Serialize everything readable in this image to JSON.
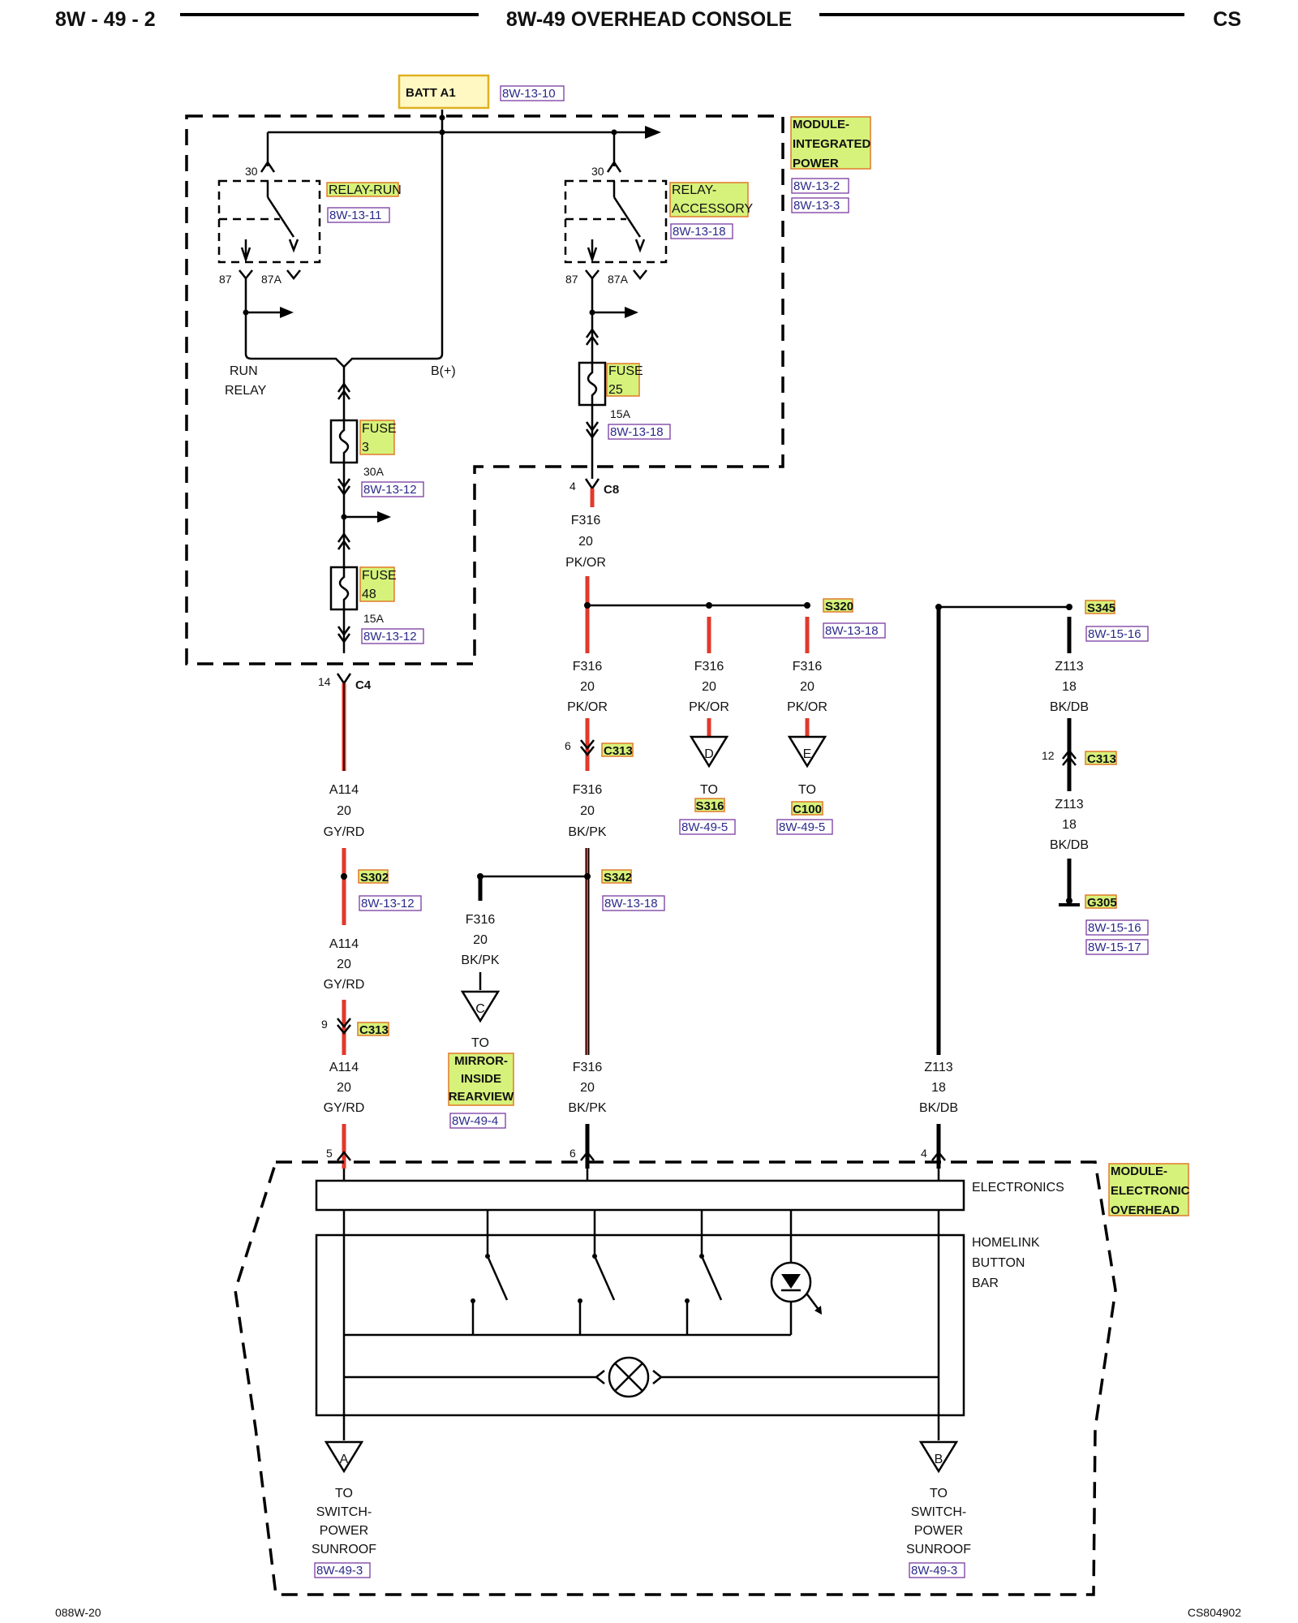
{
  "header": {
    "page_id": "8W - 49 - 2",
    "title": "8W-49 OVERHEAD CONSOLE",
    "code": "CS"
  },
  "footer": {
    "left": "088W-20",
    "right": "CS804902"
  },
  "source": {
    "batt": "BATT A1",
    "batt_ref": "8W-13-10"
  },
  "modules": {
    "integrated_power": {
      "label": [
        "MODULE-",
        "INTEGRATED",
        "POWER"
      ],
      "refs": [
        "8W-13-2",
        "8W-13-3"
      ]
    },
    "electronic_overhead": {
      "label": [
        "MODULE-",
        "ELECTRONIC",
        "OVERHEAD"
      ]
    }
  },
  "relays": {
    "run": {
      "label": "RELAY-RUN",
      "ref": "8W-13-11",
      "pin_in": "30",
      "pin_no": "87",
      "pin_nc": "87A"
    },
    "accessory": {
      "label": [
        "RELAY-",
        "ACCESSORY"
      ],
      "ref": "8W-13-18",
      "pin_in": "30",
      "pin_no": "87",
      "pin_nc": "87A"
    }
  },
  "selector": {
    "left": [
      "RUN",
      "RELAY"
    ],
    "right": "B(+)"
  },
  "fuses": {
    "f3": {
      "label": [
        "FUSE",
        "3"
      ],
      "rating": "30A",
      "ref": "8W-13-12"
    },
    "f48": {
      "label": [
        "FUSE",
        "48"
      ],
      "rating": "15A",
      "ref": "8W-13-12"
    },
    "f25": {
      "label": [
        "FUSE",
        "25"
      ],
      "rating": "15A",
      "ref": "8W-13-18"
    }
  },
  "connectors": {
    "c4": {
      "pin": "14",
      "name": "C4"
    },
    "c8": {
      "pin": "4",
      "name": "C8"
    },
    "c313_a": {
      "pin": "6",
      "name": "C313"
    },
    "c313_b": {
      "pin": "9",
      "name": "C313"
    },
    "c313_c": {
      "pin": "12",
      "name": "C313"
    },
    "eom_pin5": "5",
    "eom_pin6": "6",
    "eom_pin4": "4"
  },
  "splices": {
    "s320": {
      "name": "S320",
      "ref": "8W-13-18"
    },
    "s345": {
      "name": "S345",
      "ref": "8W-15-16"
    },
    "s302": {
      "name": "S302",
      "ref": "8W-13-12"
    },
    "s342": {
      "name": "S342",
      "ref": "8W-13-18"
    }
  },
  "ground": {
    "name": "G305",
    "refs": [
      "8W-15-16",
      "8W-15-17"
    ]
  },
  "wires": {
    "f316_top": [
      "F316",
      "20",
      "PK/OR"
    ],
    "f316_mid": [
      "F316",
      "20",
      "PK/OR"
    ],
    "f316_d": [
      "F316",
      "20",
      "PK/OR"
    ],
    "f316_e": [
      "F316",
      "20",
      "PK/OR"
    ],
    "f316_bkpk_1": [
      "F316",
      "20",
      "BK/PK"
    ],
    "f316_bkpk_c": [
      "F316",
      "20",
      "BK/PK"
    ],
    "f316_bkpk_2": [
      "F316",
      "20",
      "BK/PK"
    ],
    "a114_1": [
      "A114",
      "20",
      "GY/RD"
    ],
    "a114_2": [
      "A114",
      "20",
      "GY/RD"
    ],
    "a114_3": [
      "A114",
      "20",
      "GY/RD"
    ],
    "z113_1": [
      "Z113",
      "18",
      "BK/DB"
    ],
    "z113_2": [
      "Z113",
      "18",
      "BK/DB"
    ],
    "z113_3": [
      "Z113",
      "18",
      "BK/DB"
    ]
  },
  "offpage": {
    "d": {
      "letter": "D",
      "to": "TO",
      "dest": "S316",
      "ref": "8W-49-5"
    },
    "e": {
      "letter": "E",
      "to": "TO",
      "dest": "C100",
      "ref": "8W-49-5"
    },
    "c": {
      "letter": "C",
      "to": "TO",
      "dest": [
        "MIRROR-",
        "INSIDE",
        "REARVIEW"
      ],
      "ref": "8W-49-4"
    },
    "a": {
      "letter": "A",
      "dest": [
        "TO",
        "SWITCH-",
        "POWER",
        "SUNROOF"
      ],
      "ref": "8W-49-3"
    },
    "b": {
      "letter": "B",
      "dest": [
        "TO",
        "SWITCH-",
        "POWER",
        "SUNROOF"
      ],
      "ref": "8W-49-3"
    }
  },
  "internal": {
    "electronics": "ELECTRONICS",
    "homelink": [
      "HOMELINK",
      "BUTTON",
      "BAR"
    ]
  }
}
